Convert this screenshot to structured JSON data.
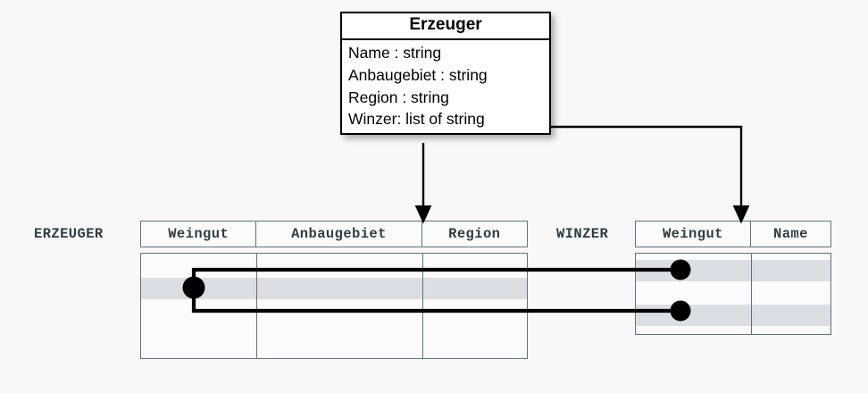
{
  "uml_class": {
    "name": "Erzeuger",
    "attributes": [
      "Name : string",
      "Anbaugebiet : string",
      "Region : string",
      "Winzer: list of string"
    ]
  },
  "tables": [
    {
      "label": "ERZEUGER",
      "columns": [
        "Weingut",
        "Anbaugebiet",
        "Region"
      ],
      "row_count": 4,
      "highlighted_rows": [
        2
      ],
      "connector_rows": [
        2
      ]
    },
    {
      "label": "WINZER",
      "columns": [
        "Weingut",
        "Name"
      ],
      "row_count": 3,
      "highlighted_rows": [
        1,
        3
      ],
      "connector_rows": [
        1,
        3
      ]
    }
  ],
  "connectors": {
    "arrow_to_erzeuger": "Erzeuger class maps to ERZEUGER table",
    "arrow_to_winzer": "Winzer list attribute maps to WINZER table",
    "value_link": "ERZEUGER.Weingut row 2 links to WINZER.Weingut rows 1 and 3"
  },
  "colors": {
    "background": "#f8f8f8",
    "table_border": "#5f737c",
    "header_text": "#2e3d44",
    "row_highlight": "#dcdee2",
    "connector": "#000000",
    "class_box_border": "#000000"
  }
}
